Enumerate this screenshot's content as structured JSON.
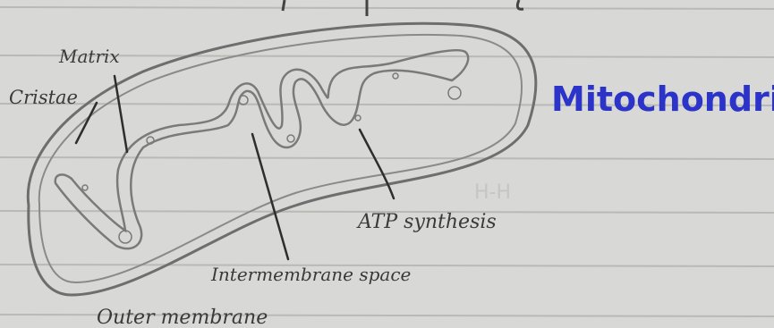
{
  "title": "Mitochondria",
  "labels": {
    "matrix": "Matrix",
    "cristae": "Cristae",
    "atp": "ATP synthesis",
    "intermembrane": "Intermembrane space",
    "outer": "Outer membrane"
  },
  "colors": {
    "paper": "#d8d8d6",
    "ruled_line": "#b9b9b6",
    "pencil": "#6e6e6e",
    "title_ink": "#2b33c8"
  }
}
